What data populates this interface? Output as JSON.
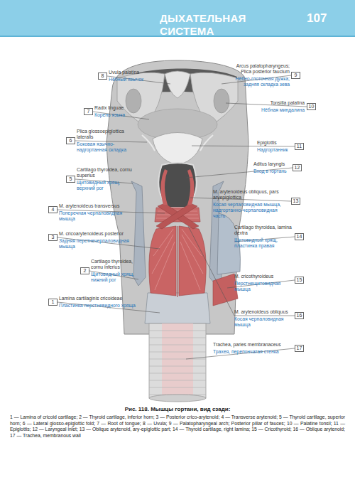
{
  "diagram": {
    "caption": "Рис. 118. Мышцы гортани, вид сзади:",
    "nodes": [
      {
        "text": [
          "1"
        ]
      },
      {
        "text": [
          "2"
        ]
      },
      {
        "text": [
          "3"
        ]
      },
      {
        "text": [
          "4"
        ]
      },
      {
        "text": [
          "5"
        ]
      },
      {
        "text": [
          "6"
        ]
      },
      {
        "text": [
          "7"
        ]
      },
      {
        "text": [
          "8"
        ]
      },
      {
        "text": [
          "9"
        ]
      },
      {
        "text": [
          "10"
        ]
      },
      {
        "text": [
          "11"
        ]
      },
      {
        "text": [
          "12"
        ]
      },
      {
        "text": [
          "13"
        ]
      },
      {
        "text": [
          "14"
        ]
      },
      {
        "text": [
          "15"
        ]
      },
      {
        "text": [
          "16"
        ]
      },
      {
        "text": [
          "17"
        ]
      }
    ],
    "labels": [
      "ДЫХАТЕЛЬНАЯ СИСТЕМА",
      "107",
      "Lamina cartilaginis cricoideae",
      "Пластинка перстневидного хряща",
      "Cartilago thyroidea, cornu inferius",
      "Щитовидный хрящ, нижний рог",
      "M. cricoarytenoideus posterior",
      "Задняя перстнечерпаловидная мышца",
      "M. arytenoideus transversus",
      "Поперечная черпаловидная мышца",
      "Cartilago thyroidea, cornu superius",
      "Щитовидный хрящ, верхний рог",
      "Plica glossoepiglottica lateralis",
      "Боковая язычно-надгортанная складка",
      "Radix linguae",
      "Корень языка",
      "Uvula palatina",
      "Нёбный язычок",
      "Arcus palatopharyngeus; Plica posterior faucium",
      "Нёбно-глоточная дужка; задняя складка зева",
      "Tonsilla palatina",
      "Нёбная миндалина",
      "Epiglottis",
      "Надгортанник",
      "Aditus laryngis",
      "Вход в гортань",
      "M. arytenoideus obliquus, pars aryepiglottica",
      "Косая черпаловидная мышца, надгортанно-черпаловидная часть",
      "Cartilago thyroidea, lamina dextra",
      "Щитовидный хрящ, пластинка правая",
      "M. cricothyroideus",
      "Перстнещитовидная мышца",
      "M. arytenoideus obliquus",
      "Косая черпаловидная мышца",
      "Trachea, paries membranaceus",
      "Трахея, перепончатая стенка",
      "1 — Lamina of cricoid cartilage; 2 — Thyroid cartilage, inferior horn; 3 — Posterior crico-arytenoid; 4 — Transverse arytenoid; 5 — Thyroid cartilage, superior horn; 6 — Lateral glosso-epiglottic fold; 7 — Root of tongue; 8 — Uvula; 9 — Palatopharyngeal arch; Posterior pillar of fauces; 10 — Palatine tonsil; 11 — Epiglottis; 12 — Laryngeal inlet; 13 — Oblique arytenoid, ary-epiglottic part; 14 — Thyroid cartilage, right lamina; 15 — Cricothyroid; 16 — Oblique arytenoid; 17 — Trachea, membranous wall"
    ]
  }
}
